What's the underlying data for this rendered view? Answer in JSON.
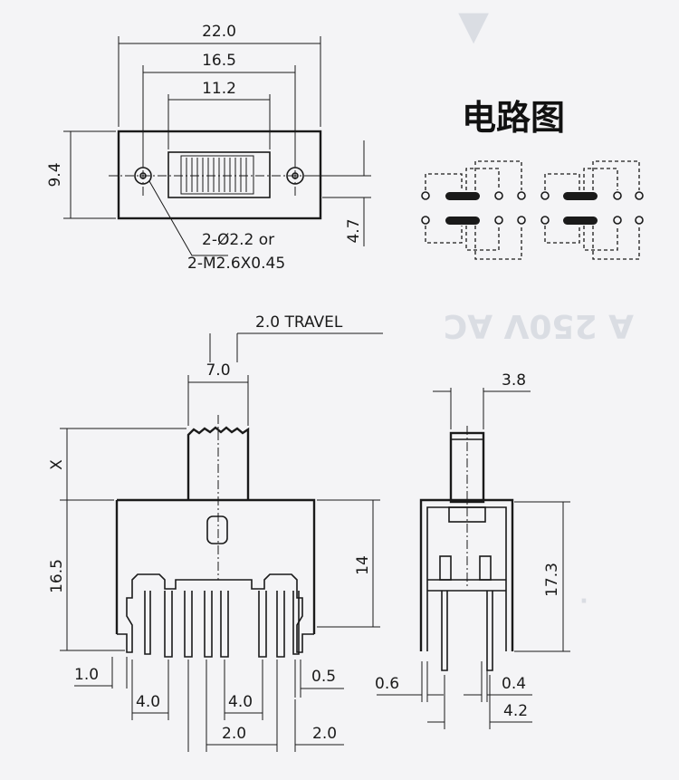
{
  "top_view": {
    "width_22": "22.0",
    "width_16_5": "16.5",
    "width_11_2": "11.2",
    "height_9_4": "9.4",
    "height_4_7": "4.7",
    "hole_note_1": "2-Ø2.2 or",
    "hole_note_2": "2-M2.6X0.45"
  },
  "circuit": {
    "title": "电路图"
  },
  "front_view": {
    "travel": "2.0 TRAVEL",
    "actuator_width": "7.0",
    "actuator_height": "X",
    "body_height": "16.5",
    "height_14": "14",
    "foot_1_0": "1.0",
    "pitch_4_0_a": "4.0",
    "pitch_4_0_b": "4.0",
    "pin_0_5": "0.5",
    "pitch_2_0_a": "2.0",
    "pitch_2_0_b": "2.0"
  },
  "side_view": {
    "actuator_3_8": "3.8",
    "height_17_3": "17.3",
    "pin_0_6": "0.6",
    "pin_0_4": "0.4",
    "pitch_4_2": "4.2"
  }
}
